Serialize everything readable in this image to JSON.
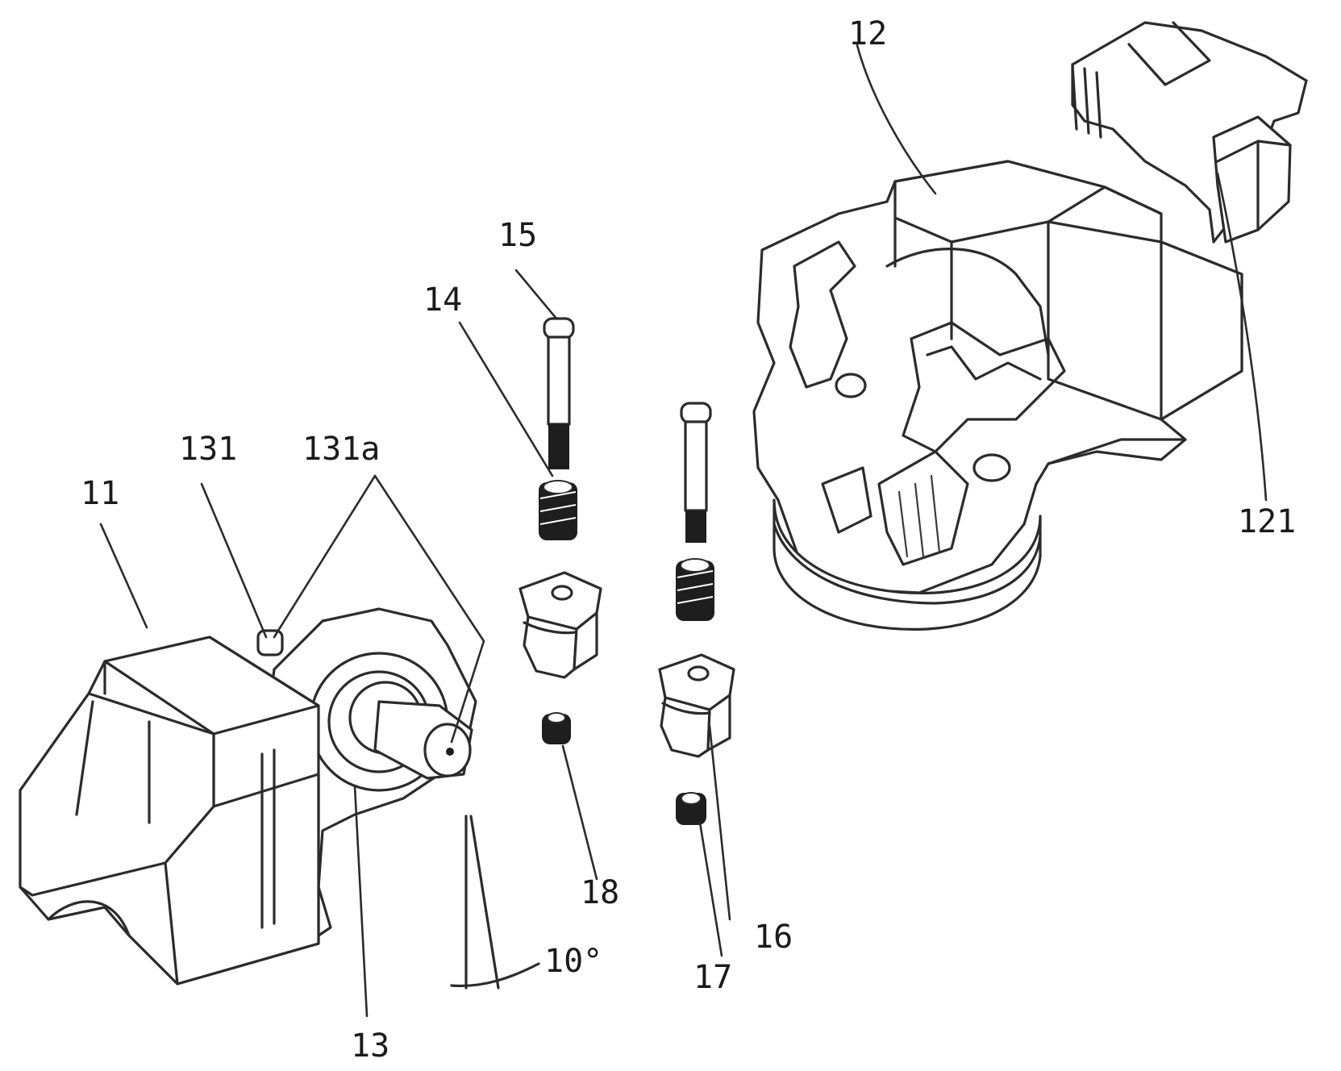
{
  "labels": {
    "l11": "11",
    "l12": "12",
    "l121": "121",
    "l13": "13",
    "l131": "131",
    "l131a": "131a",
    "l14": "14",
    "l15": "15",
    "l16": "16",
    "l17": "17",
    "l18": "18",
    "angle": "10°"
  },
  "colors": {
    "ink": "#2b2b2b",
    "background": "#ffffff"
  }
}
